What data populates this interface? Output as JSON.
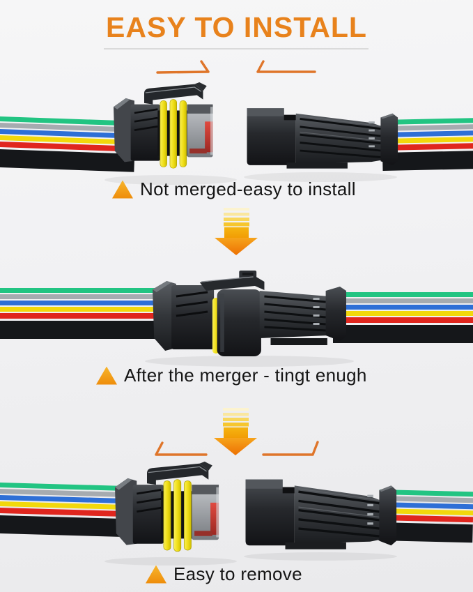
{
  "header": {
    "title": "EASY TO INSTALL",
    "title_color": "#E8821C",
    "underline_color": "#DADADA"
  },
  "steps": [
    {
      "index": 1,
      "caption": "Not merged-easy to install",
      "bullet_icon": "triangle-up-icon",
      "connector_state": "separated",
      "annotation_marks": "push-together"
    },
    {
      "index": 2,
      "caption": "After the merger - tingt enugh",
      "bullet_icon": "triangle-up-icon",
      "connector_state": "merged",
      "annotation_marks": "none"
    },
    {
      "index": 3,
      "caption": "Easy to remove",
      "bullet_icon": "triangle-up-icon",
      "connector_state": "separated",
      "annotation_marks": "pull-apart"
    }
  ],
  "flow_arrows": [
    {
      "icon": "arrow-down-icon",
      "from_step": 1,
      "to_step": 2
    },
    {
      "icon": "arrow-down-icon",
      "from_step": 2,
      "to_step": 3
    }
  ],
  "colors": {
    "accent_orange": "#E8821C",
    "bracket_orange": "#DF752A",
    "bullet_orange_top": "#F7B52C",
    "bullet_orange_bottom": "#EE8C0A",
    "arrow_head_orange": "#ED7102",
    "caption_text": "#151515",
    "background": "#F2F2F4",
    "seal_yellow": "#EEDC12",
    "connector_body_dark": "#2A2D31",
    "connector_front_red": "#C8352E"
  },
  "wires": {
    "order_top_to_bottom": [
      "green",
      "gray",
      "blue",
      "yellow",
      "red",
      "black"
    ],
    "colors": {
      "green": "#22C482",
      "gray": "#A6ABB0",
      "blue": "#2E6FD6",
      "yellow": "#F2D80C",
      "red": "#E0261E",
      "black": "#15171A"
    }
  }
}
